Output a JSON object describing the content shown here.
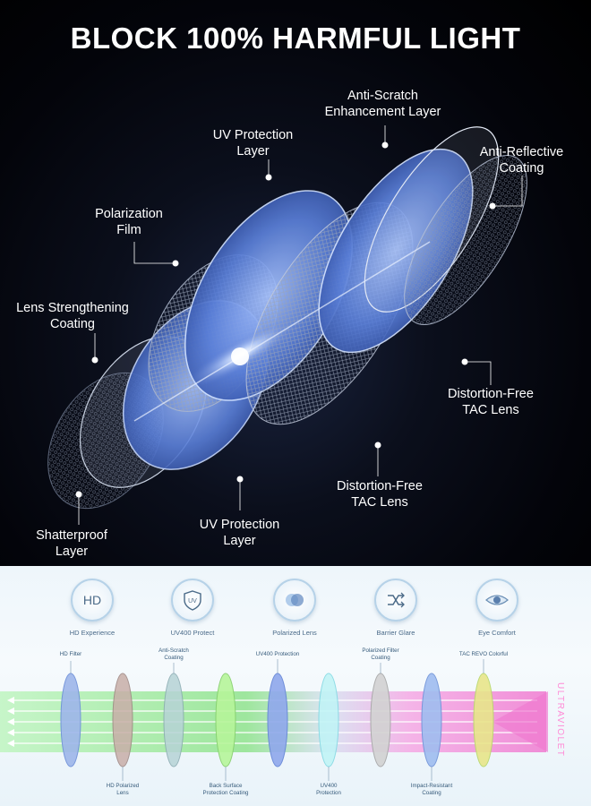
{
  "headline": "BLOCK 100% HARMFUL LIGHT",
  "layer_labels": {
    "anti_scratch": "Anti-Scratch\nEnhancement Layer",
    "anti_reflective": "Anti-Reflective\nCoating",
    "uv_top": "UV Protection\nLayer",
    "polarization": "Polarization\nFilm",
    "strengthening": "Lens Strengthening\nCoating",
    "tac_right": "Distortion-Free\nTAC Lens",
    "tac_bottom": "Distortion-Free\nTAC Lens",
    "uv_bottom": "UV Protection\nLayer",
    "shatterproof": "Shatterproof\nLayer"
  },
  "features": [
    {
      "label": "HD Experience",
      "icon": "hd-icon",
      "icon_text": "HD"
    },
    {
      "label": "UV400 Protect",
      "icon": "uv-shield-icon",
      "icon_text": "UV"
    },
    {
      "label": "Polarized Lens",
      "icon": "polarized-lens-icon"
    },
    {
      "label": "Barrier Glare",
      "icon": "shuffle-glare-icon"
    },
    {
      "label": "Eye Comfort",
      "icon": "eye-icon"
    }
  ],
  "diagram_top_labels": [
    "HD Filter",
    "Anti-Scratch\nCoating",
    "UV400 Protection",
    "Polarized Filter\nCoating",
    "TAC REVO Colorful"
  ],
  "diagram_bottom_labels": [
    "HD Polarized\nLens",
    "Back Surface\nProtection Coating",
    "UV400\nProtection",
    "Impact-Resistant\nCoating"
  ],
  "uv_text": "ULTRAVIOLET",
  "colors": {
    "lens_blue": "#4c74d8",
    "band_green": "#8fe38c",
    "band_pink": "#f07ad0",
    "accent_text": "#355a7a"
  }
}
